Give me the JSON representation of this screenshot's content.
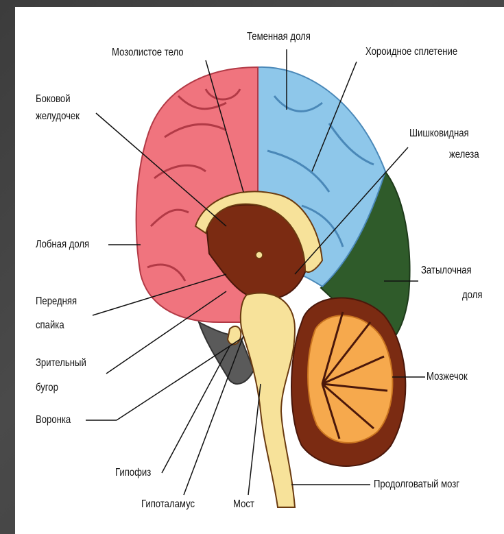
{
  "colors": {
    "frontal": "#f0747e",
    "parietal": "#8ec7ea",
    "occipital": "#2f5b2a",
    "cerebellum": "#f6a94d",
    "brainstem": "#f7e29a",
    "inner": "#7b2b12",
    "dark": "#5a5a5a"
  },
  "labels": {
    "mozolistoe_telo": "Мозолистое тело",
    "temennaya_dolya": "Теменная доля",
    "khoroidnoe_spletenie": "Хороидное сплетение",
    "bokovoy_zheludochek_1": "Боковой",
    "bokovoy_zheludochek_2": "желудочек",
    "shishkovidnaya_1": "Шишковидная",
    "shishkovidnaya_2": "железа",
    "lobnaya_dolya": "Лобная доля",
    "zatylochnaya_1": "Затылочная",
    "zatylochnaya_2": "доля",
    "perednyaya_1": "Передняя",
    "perednyaya_2": "спайка",
    "zritelny_1": "Зрительный",
    "zritelny_2": "бугор",
    "mozzhechok": "Мозжечок",
    "voronka": "Воронка",
    "gipofiz": "Гипофиз",
    "prodolgovaty": "Продолговатый мозг",
    "gipotalamus": "Гипоталамус",
    "most": "Мост"
  }
}
